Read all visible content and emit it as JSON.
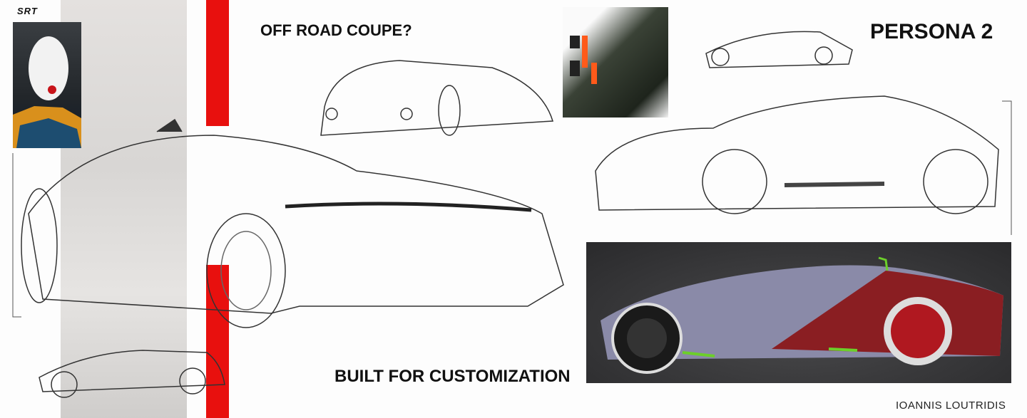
{
  "logo": {
    "text": "SRT"
  },
  "headings": {
    "off_road": "OFF ROAD COUPE?",
    "persona": "PERSONA 2",
    "built": "BUILT FOR CUSTOMIZATION"
  },
  "credit": "IOANNIS LOUTRIDIS",
  "colors": {
    "accent_red": "#e8100e",
    "render_bg": "#2e2e30",
    "accent_green": "#6ccf2a"
  }
}
